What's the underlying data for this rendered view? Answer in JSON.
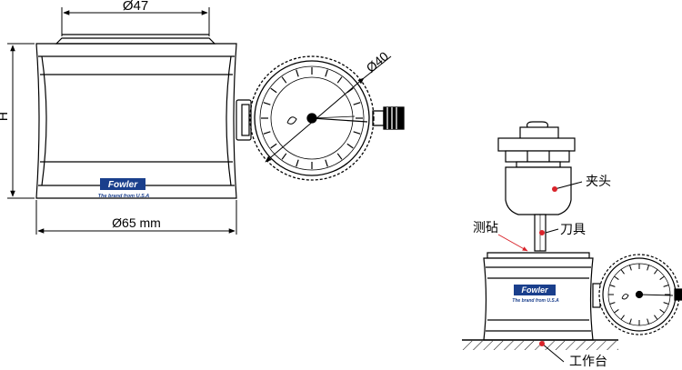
{
  "dimensions": {
    "top_diameter": "Ø47",
    "dial_diameter": "Ø40",
    "height": "H",
    "base_diameter": "Ø65 mm"
  },
  "logo": {
    "brand": "Fowler",
    "tagline": "The brand from U.S.A"
  },
  "callouts": {
    "chuck": "夹头",
    "tool": "刀具",
    "anvil": "测砧",
    "workbench": "工作台"
  },
  "colors": {
    "line": "#000000",
    "logo_blue": "#1a3f8c",
    "callout_red": "#d9232a"
  }
}
